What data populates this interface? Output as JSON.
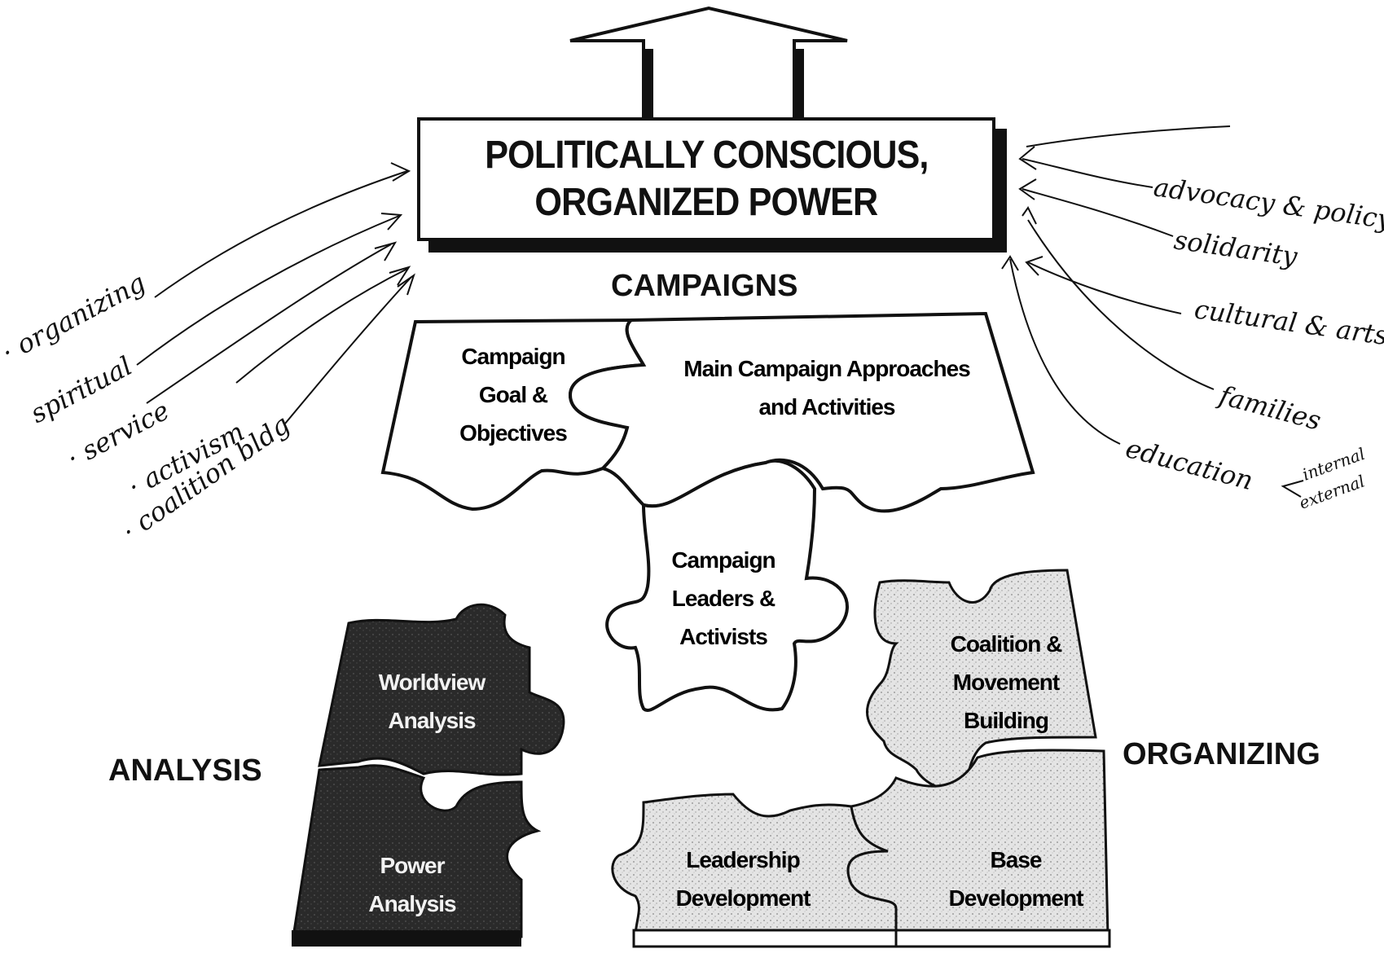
{
  "title": {
    "line1": "POLITICALLY CONSCIOUS,",
    "line2": "ORGANIZED POWER"
  },
  "sections": {
    "campaigns": "CAMPAIGNS",
    "analysis": "ANALYSIS",
    "organizing": "ORGANIZING"
  },
  "pieces": {
    "campaign_goal": [
      "Campaign",
      "Goal &",
      "Objectives"
    ],
    "main_campaign": [
      "Main Campaign Approaches",
      "and Activities"
    ],
    "campaign_leaders": [
      "Campaign",
      "Leaders &",
      "Activists"
    ],
    "worldview": [
      "Worldview",
      "Analysis"
    ],
    "power": [
      "Power",
      "Analysis"
    ],
    "coalition": [
      "Coalition &",
      "Movement",
      "Building"
    ],
    "leadership": [
      "Leadership",
      "Development"
    ],
    "base": [
      "Base",
      "Development"
    ]
  },
  "annotations_left": [
    "· organizing",
    "spiritual",
    "· service",
    "· activism",
    "· coalition bldg"
  ],
  "annotations_right": [
    "advocacy & policy",
    "solidarity",
    "cultural & arts",
    "families",
    "education",
    "internal",
    "external"
  ],
  "colors": {
    "ink": "#111111",
    "dark_piece": "#2b2b2b",
    "light_piece": "#dcdcdc",
    "paper": "#ffffff"
  }
}
